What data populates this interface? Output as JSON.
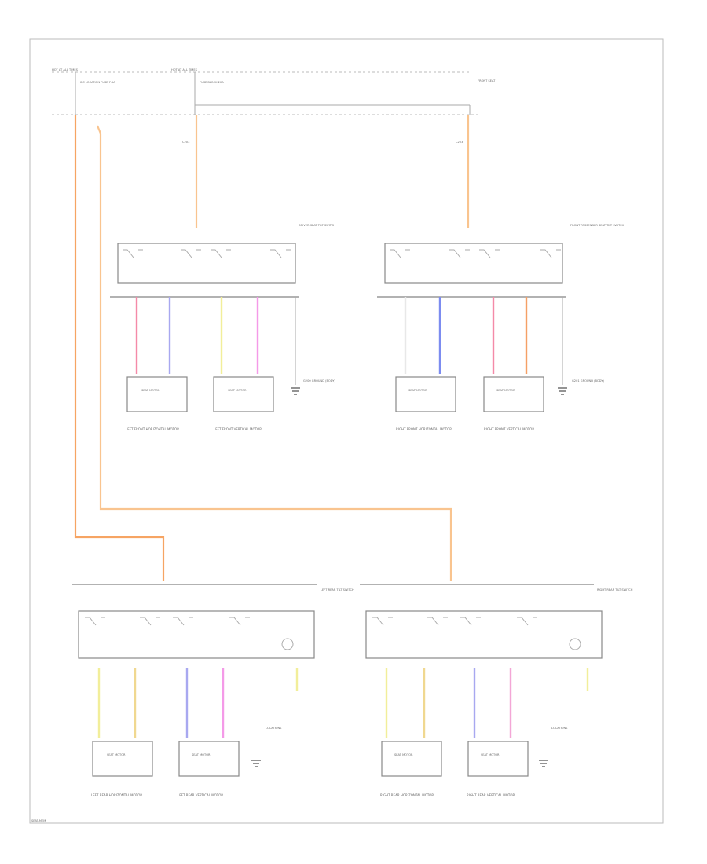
{
  "colors": {
    "orange": "#f6a463",
    "light_orange": "#f9c48f",
    "pink": "#f48aa8",
    "lavender": "#a8a8f0",
    "yellow": "#f2ee9a",
    "magenta": "#f49ae8",
    "blue": "#7c8cf0",
    "dark_orange": "#f5a066",
    "tan": "#f0d890",
    "rose": "#f3a6d6",
    "white": "#e8e8e8",
    "line": "#999999"
  },
  "labels": {
    "hot_at_all_times_1": "HOT AT ALL TIMES",
    "hot_at_all_times_2": "HOT AT ALL TIMES",
    "fuse_block_1": "IPC LOCATION FUSE 7.5A",
    "fuse_block_2": "FUSE BLOCK 20A",
    "fuse_block_3": "FRONT SEAT",
    "driver_switch": "DRIVER SEAT TILT SWITCH",
    "passenger_switch": "FRONT PASSENGER SEAT TILT SWITCH",
    "left_rear_switch": "LEFT REAR TILT SWITCH",
    "right_rear_switch": "RIGHT REAR TILT SWITCH",
    "motor": "SEAT MOTOR",
    "lf_horizontal": "LEFT FRONT HORIZONTAL MOTOR",
    "lf_vertical": "LEFT FRONT VERTICAL MOTOR",
    "rf_horizontal": "RIGHT FRONT HORIZONTAL MOTOR",
    "rf_vertical": "RIGHT FRONT VERTICAL MOTOR",
    "lr_horizontal": "LEFT REAR HORIZONTAL MOTOR",
    "lr_vertical": "LEFT REAR VERTICAL MOTOR",
    "rr_horizontal": "RIGHT REAR HORIZONTAL MOTOR",
    "rr_vertical": "RIGHT REAR VERTICAL MOTOR",
    "ground_note_1": "G200 GROUND (BODY)",
    "ground_note_2": "G201 GROUND (BODY)",
    "locations_1": "LOCATIONS",
    "locations_2": "LOCATIONS",
    "footer": "SEAT-MEM"
  }
}
